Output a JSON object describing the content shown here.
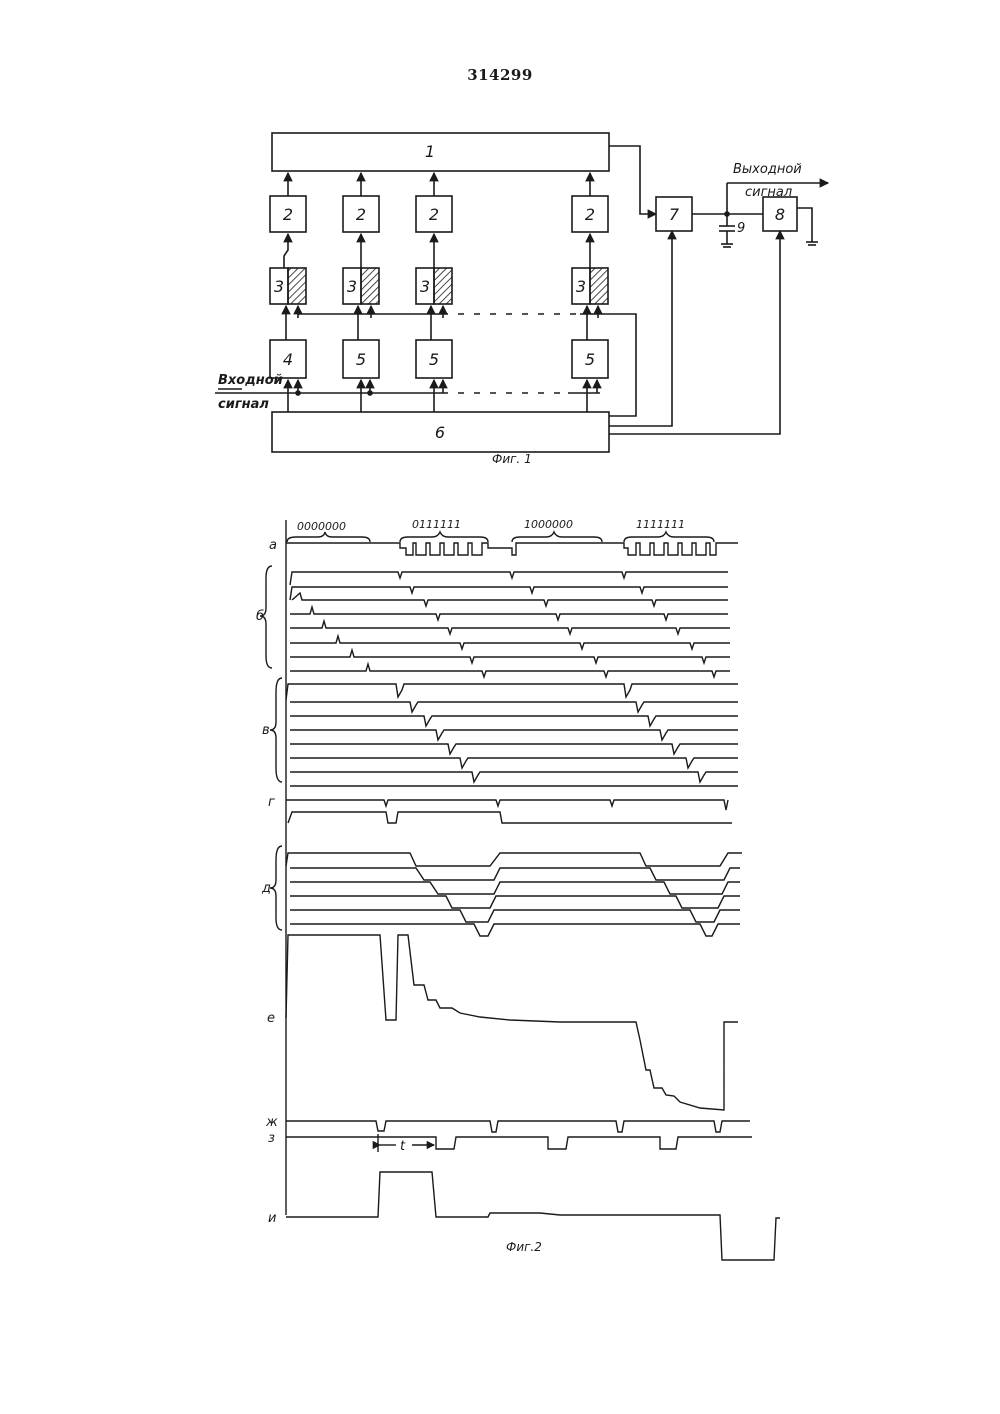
{
  "patent_number": "314299",
  "fig1": {
    "caption": "Фиг. 1",
    "input_label_1": "Входной",
    "input_label_2": "сигнал",
    "output_label_1": "Выходной",
    "output_label_2": "сигнал",
    "blocks": {
      "b1": "1",
      "b2": "2",
      "b3": "3",
      "b4": "4",
      "b5": "5",
      "b6": "6",
      "b7": "7",
      "b8": "8",
      "b9": "9"
    }
  },
  "fig2": {
    "caption": "Фиг.2",
    "codes": [
      "0000000",
      "0111111",
      "1000000",
      "1111111"
    ],
    "row_labels": {
      "a": "а",
      "b": "б",
      "v": "в",
      "g": "г",
      "d": "д",
      "e": "е",
      "zh": "ж",
      "z": "з",
      "i": "и"
    },
    "interval_label": "t"
  }
}
